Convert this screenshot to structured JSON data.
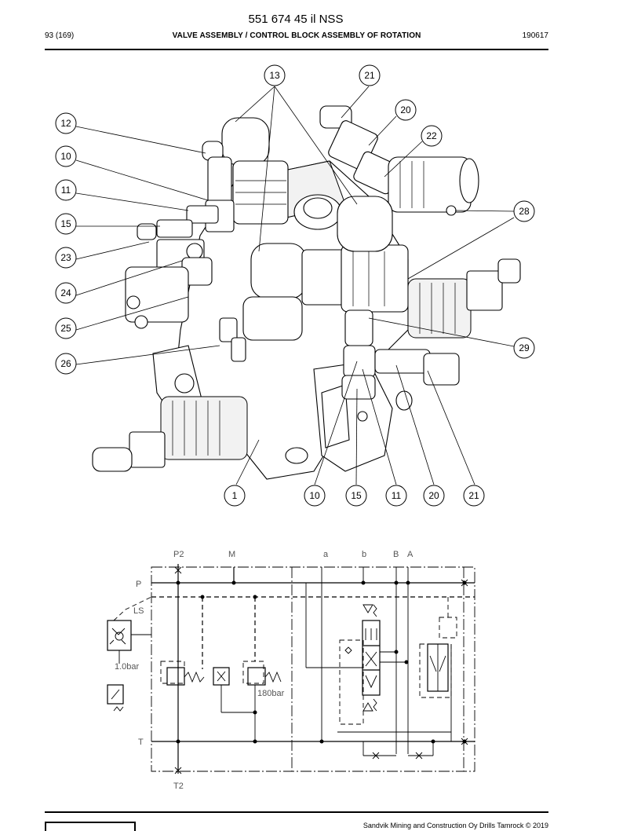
{
  "header": {
    "document_number": "551 674 45 il NSS",
    "page_info": "93 (169)",
    "section_title": "VALVE ASSEMBLY / CONTROL BLOCK ASSEMBLY OF ROTATION",
    "date_code": "190617"
  },
  "callouts": {
    "left": [
      "12",
      "10",
      "11",
      "15",
      "23",
      "24",
      "25",
      "26"
    ],
    "top": [
      "13",
      "21",
      "20",
      "22"
    ],
    "right": [
      "28",
      "29"
    ],
    "bottom": [
      "1",
      "10",
      "15",
      "11",
      "20",
      "21"
    ]
  },
  "schematic": {
    "port_labels": [
      "P2",
      "M",
      "a",
      "b",
      "B",
      "A",
      "P",
      "LS",
      "T",
      "T2"
    ],
    "pressure_labels": [
      "1.0bar",
      "180bar"
    ]
  },
  "footer": {
    "copyright": "Sandvik Mining and Construction Oy Drills Tamrock © 2019"
  }
}
